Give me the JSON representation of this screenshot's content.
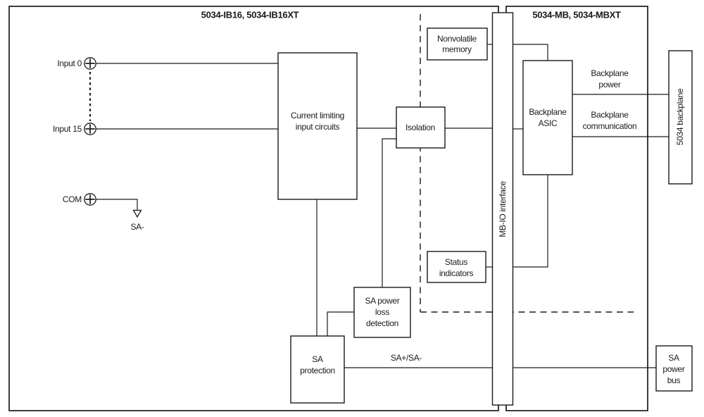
{
  "diagram": {
    "left_module_title": "5034-IB16, 5034-IB16XT",
    "right_module_title": "5034-MB, 5034-MBXT",
    "terminals": {
      "input0": "Input 0",
      "input15": "Input 15",
      "com": "COM",
      "sa_minus": "SA-"
    },
    "blocks": {
      "current_limiting": {
        "lines": [
          "Current limiting",
          "input circuits"
        ]
      },
      "isolation": {
        "label": "Isolation"
      },
      "nonvolatile_memory": {
        "lines": [
          "Nonvolatile",
          "memory"
        ]
      },
      "mb_io_interface": {
        "label": "MB-IO interface"
      },
      "backplane_asic": {
        "lines": [
          "Backplane",
          "ASIC"
        ]
      },
      "status_indicators": {
        "lines": [
          "Status",
          "indicators"
        ]
      },
      "sa_power_loss": {
        "lines": [
          "SA power",
          "loss",
          "detection"
        ]
      },
      "sa_protection": {
        "lines": [
          "SA",
          "protection"
        ]
      },
      "backplane_5034": {
        "label": "5034 backplane"
      },
      "sa_power_bus": {
        "lines": [
          "SA",
          "power",
          "bus"
        ]
      }
    },
    "wire_labels": {
      "backplane_power": {
        "lines": [
          "Backplane",
          "power"
        ]
      },
      "backplane_communication": {
        "lines": [
          "Backplane",
          "communication"
        ]
      },
      "sa_bus": "SA+/SA-"
    },
    "colors": {
      "line": "#1a1a1a",
      "background": "#ffffff"
    }
  }
}
